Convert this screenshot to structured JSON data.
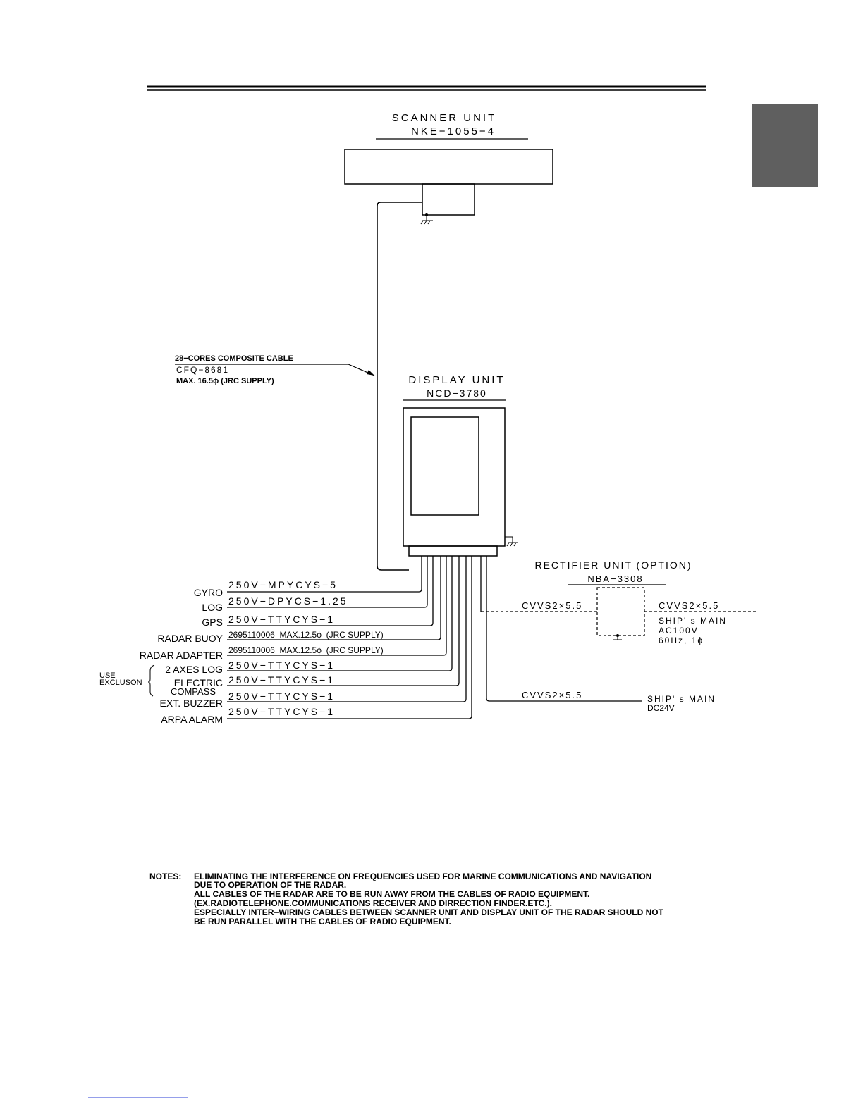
{
  "scanner": {
    "title": "SCANNER UNIT",
    "model": "NKE−1055−4"
  },
  "composite_cable": {
    "line1": "28−CORES COMPOSITE CABLE",
    "line2": "CFQ−8681",
    "line3": "MAX. 16.5ϕ (JRC SUPPLY)"
  },
  "display": {
    "title": "DISPLAY UNIT",
    "model": "NCD−3780"
  },
  "rectifier": {
    "title": "RECTIFIER UNIT (OPTION)",
    "model": "NBA−3308"
  },
  "inputs": [
    {
      "label": "GYRO",
      "cable": "250V−MPYCYS−5"
    },
    {
      "label": "LOG",
      "cable": "250V−DPYCS−1.25"
    },
    {
      "label": "GPS",
      "cable": "250V−TTYCYS−1"
    },
    {
      "label": "RADAR BUOY",
      "cable": "2695110006  MAX.12.5ϕ  (JRC SUPPLY)"
    },
    {
      "label": "RADAR ADAPTER",
      "cable": "2695110006  MAX.12.5ϕ  (JRC SUPPLY)"
    },
    {
      "label": "2 AXES LOG",
      "cable": "250V−TTYCYS−1"
    },
    {
      "label": "ELECTRIC",
      "cable": "250V−TTYCYS−1"
    },
    {
      "label": "EXT. BUZZER",
      "cable": "250V−TTYCYS−1"
    },
    {
      "label": "ARPA ALARM",
      "cable": "250V−TTYCYS−1"
    }
  ],
  "compass_label": "COMPASS",
  "use_exclusion": {
    "line1": "USE",
    "line2": "EXCLUSON"
  },
  "ac_power": {
    "cable_left": "CVVS2×5.5",
    "cable_right": "CVVS2×5.5",
    "line1": "SHIP' s MAIN",
    "line2": "AC100V",
    "line3": "60Hz, 1ϕ"
  },
  "dc_power": {
    "cable": "CVVS2×5.5",
    "line1": "SHIP' s MAIN",
    "line2": "DC24V"
  },
  "notes": {
    "heading": "NOTES:",
    "lines": [
      "ELIMINATING THE INTERFERENCE ON FREQUENCIES USED FOR MARINE COMMUNICATIONS AND NAVIGATION",
      "DUE TO OPERATION OF THE RADAR.",
      "ALL CABLES OF THE RADAR ARE TO BE RUN AWAY FROM THE CABLES OF RADIO EQUIPMENT.",
      "(EX.RADIOTELEPHONE.COMMUNICATIONS RECEIVER AND DIRRECTION FINDER.ETC.).",
      "ESPECIALLY INTER−WIRING CABLES BETWEEN SCANNER UNIT AND DISPLAY UNIT OF THE RADAR SHOULD NOT",
      "BE RUN PARALLEL WITH THE CABLES OF RADIO EQUIPMENT."
    ]
  },
  "colors": {
    "ink": "#000000",
    "tab": "#5f5f5f",
    "link": "#2b3fd6"
  }
}
